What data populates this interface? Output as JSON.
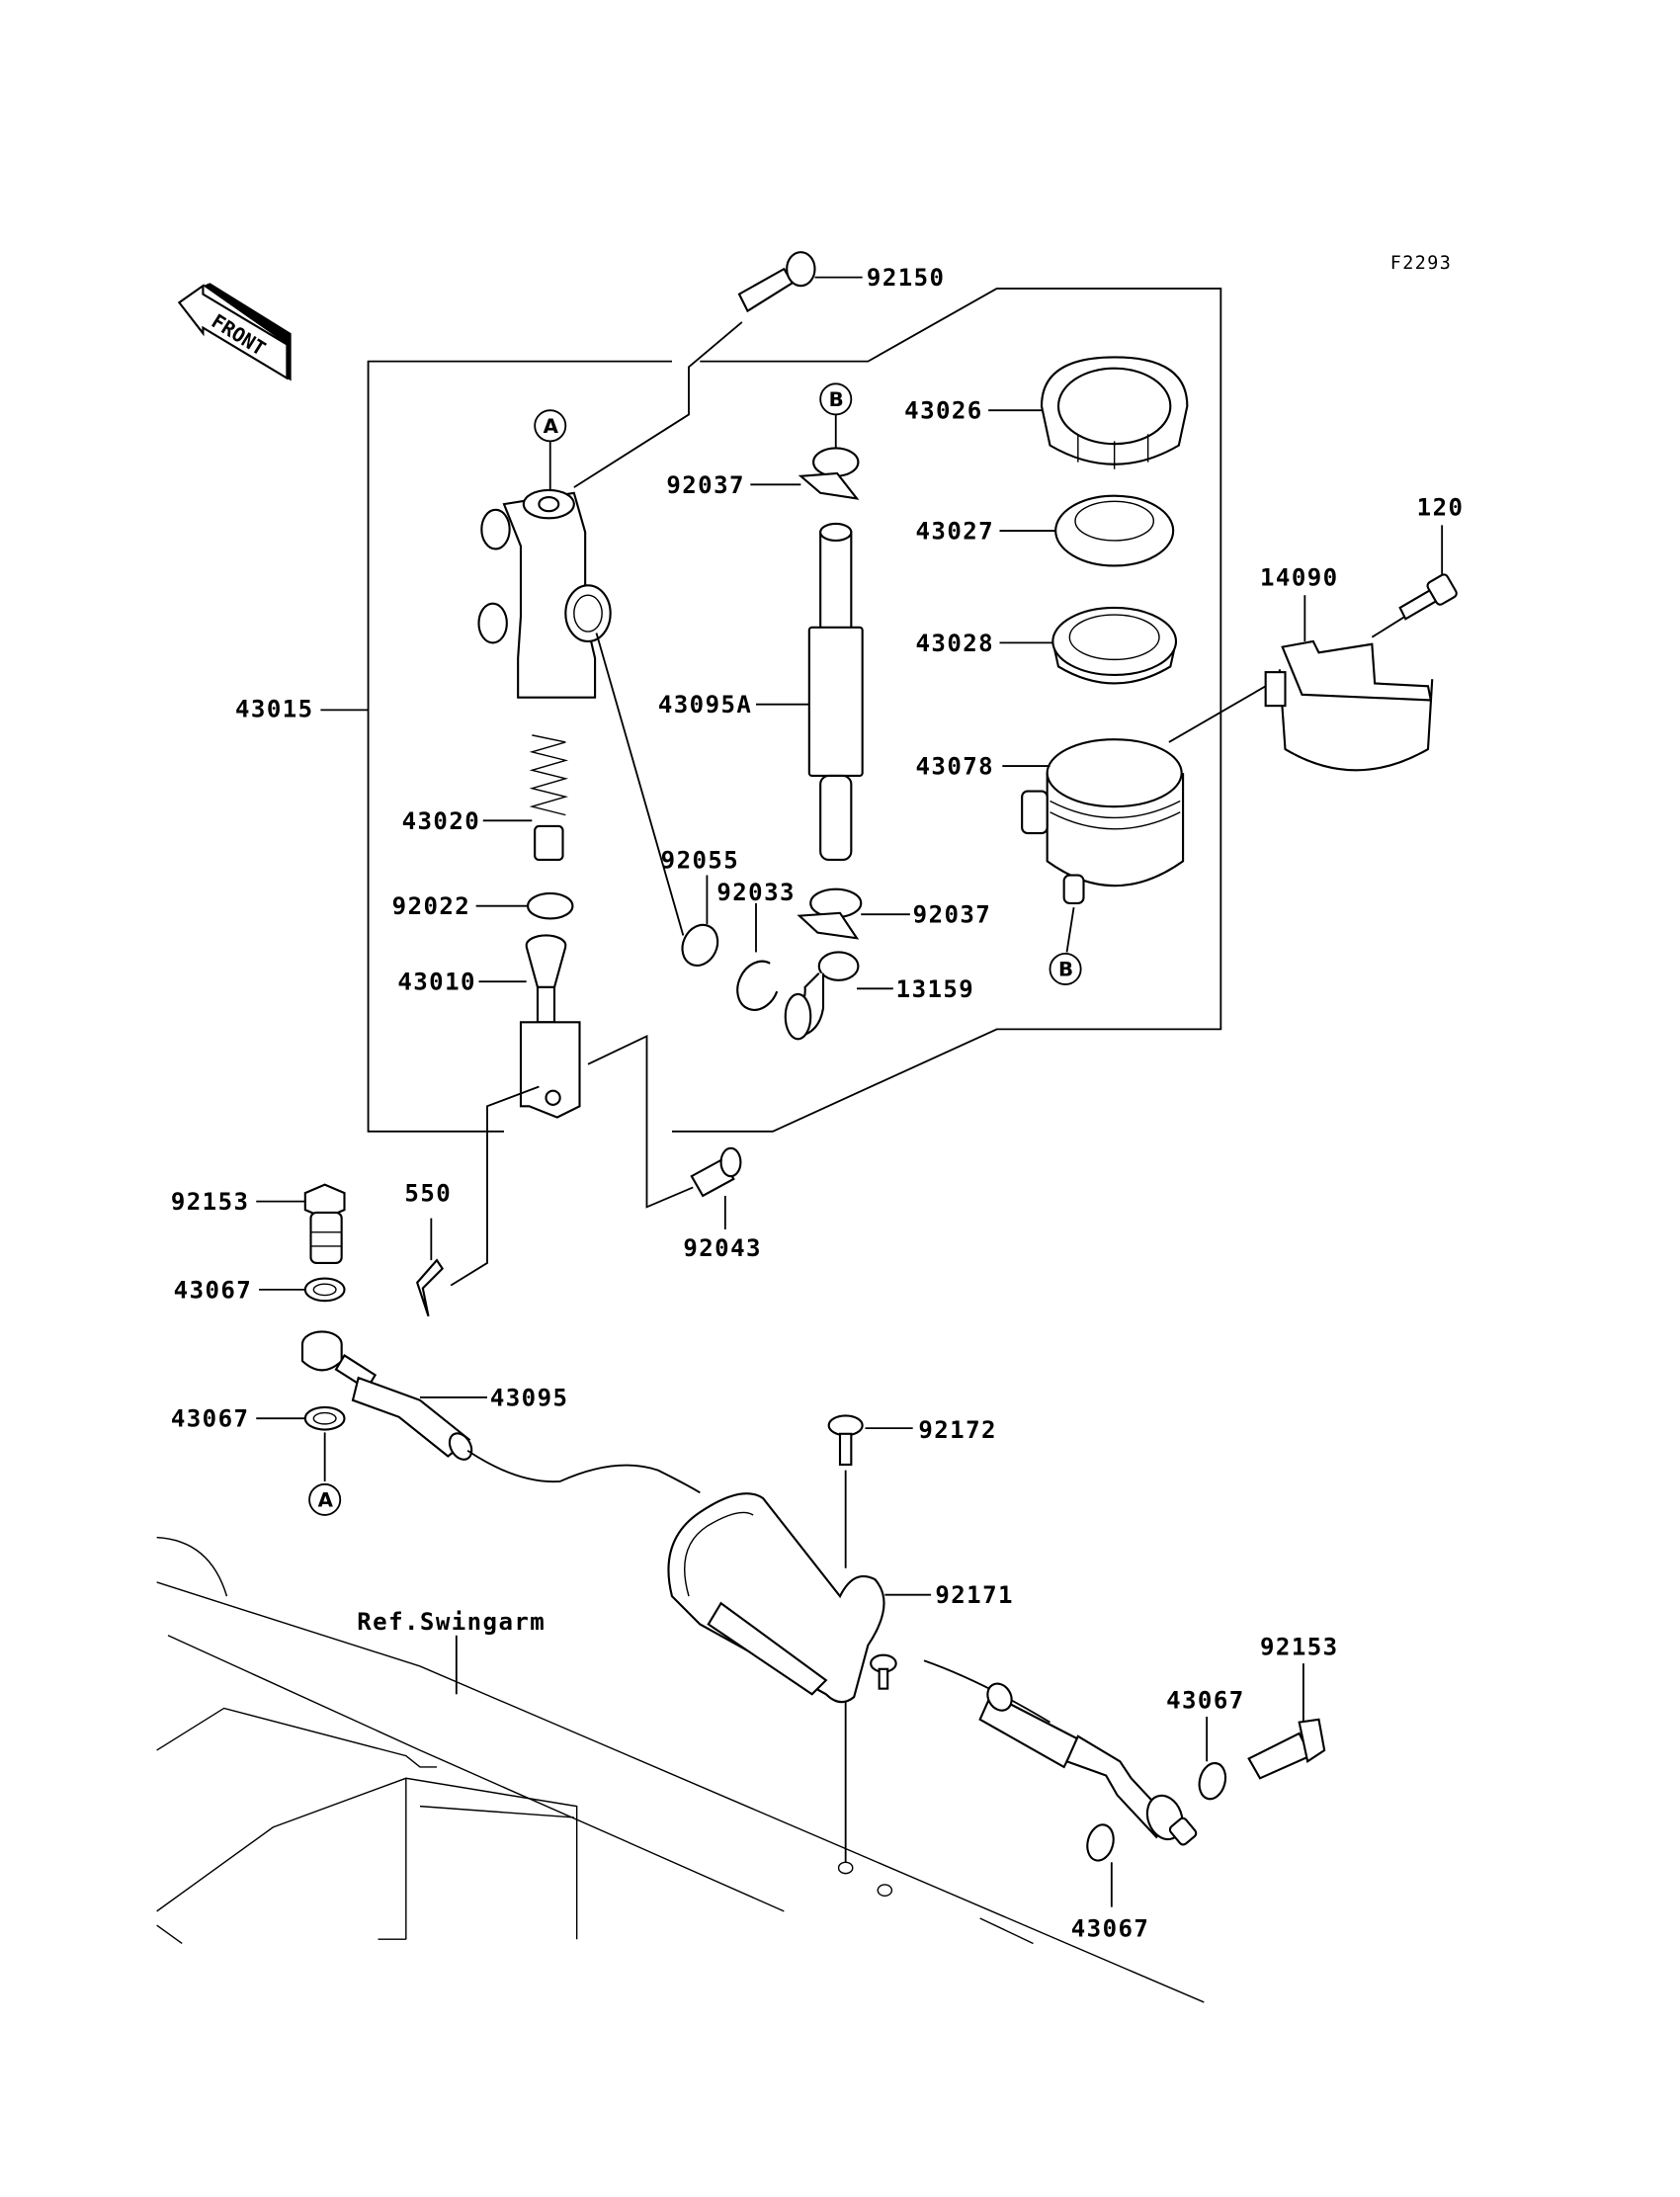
{
  "diagram": {
    "code": "F2293",
    "front_arrow": "FRONT",
    "reference": "Ref.Swingarm",
    "ref_markers": [
      "A",
      "B"
    ],
    "parts": {
      "p92150": "92150",
      "p43015": "43015",
      "p43026": "43026",
      "p43027": "43027",
      "p43028": "43028",
      "p43078": "43078",
      "p14090": "14090",
      "p120": "120",
      "p92037a": "92037",
      "p92037b": "92037",
      "p43095A": "43095A",
      "p43020": "43020",
      "p92022": "92022",
      "p92055": "92055",
      "p92033": "92033",
      "p13159": "13159",
      "p43010": "43010",
      "p92043": "92043",
      "p550": "550",
      "p92153a": "92153",
      "p43067a": "43067",
      "p43095": "43095",
      "p43067b": "43067",
      "p92172": "92172",
      "p92171": "92171",
      "p92153b": "92153",
      "p43067c": "43067",
      "p43067d": "43067"
    }
  }
}
